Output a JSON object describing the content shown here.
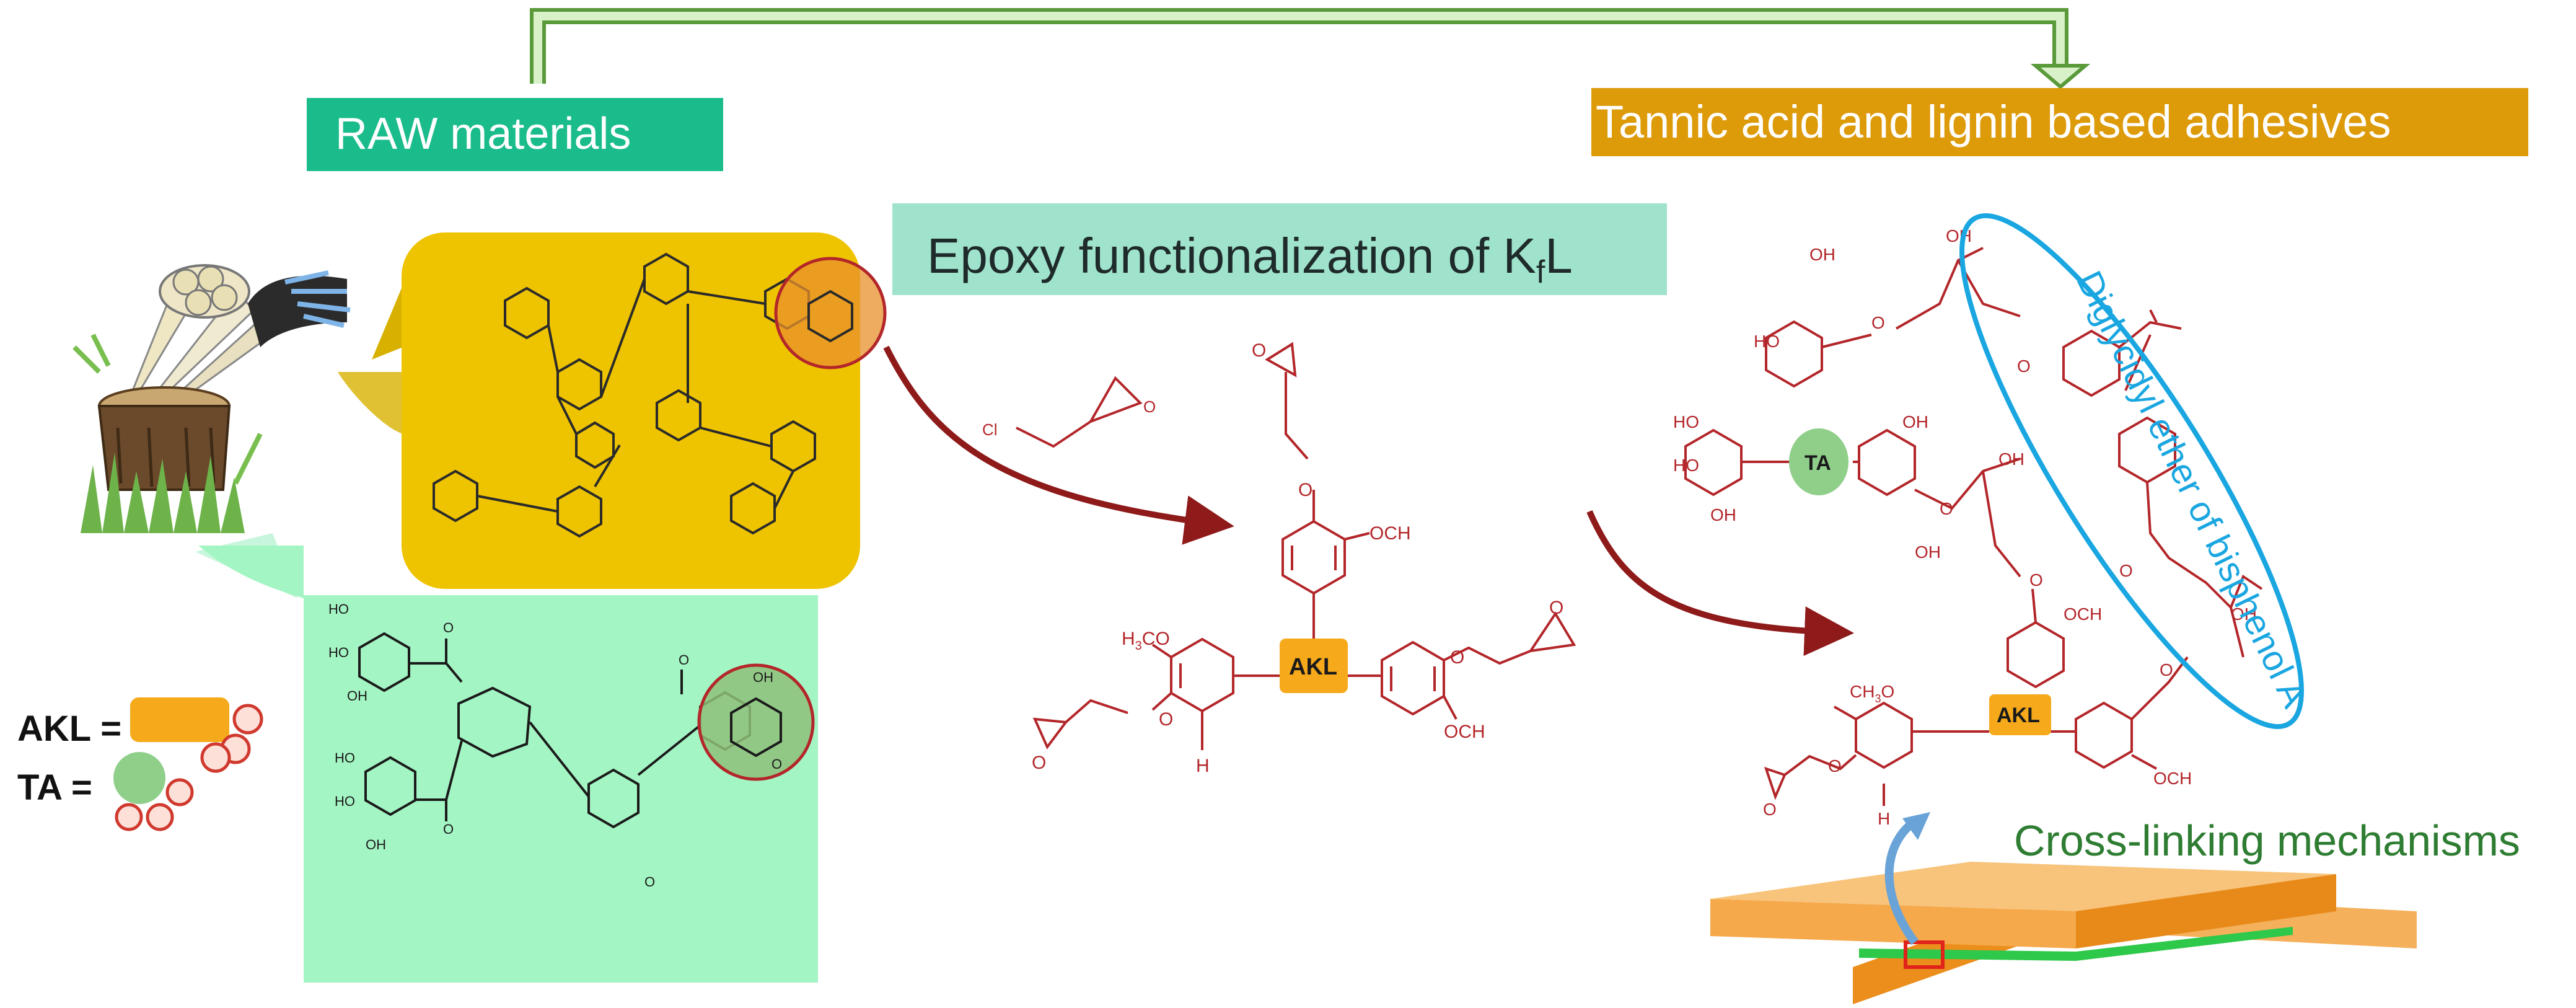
{
  "labels": {
    "raw_materials": "RAW materials",
    "adhesives_title": "Tannic acid and lignin based adhesives",
    "epoxy_title_main": "Epoxy functionalization of K",
    "epoxy_title_sub": "f",
    "epoxy_title_end": "L",
    "dgeba": "Diglycidyl ether of bisphenol A",
    "crosslinking": "Cross-linking mechanisms",
    "legend_akl": "AKL =",
    "legend_ta": "TA ="
  },
  "chem_text": {
    "akl_badge": "AKL",
    "ta_badge": "TA",
    "och3": "OCH",
    "h3co": "H",
    "h3co_rest": "CO",
    "ch3o": "CH",
    "ch3o_rest": "O",
    "three": "3",
    "oh": "OH",
    "ho": "HO",
    "o": "O",
    "cl": "Cl",
    "h": "H"
  },
  "colors": {
    "raw_bg": "#1bbc8c",
    "adhesive_bg": "#dd9a09",
    "epoxy_bg": "#9fe3cc",
    "dgeba_text": "#1aa6e0",
    "dgeba_ring": "#1aa6e0",
    "crosslink_text": "#2e7d32",
    "chem_red": "#b3262a",
    "lignin_box": "#eec300",
    "tannin_box": "#a4f5c4",
    "akl_badge": "#f5a91b",
    "ta_badge": "#8fcf8a",
    "arrow_green": "#6ab04c",
    "arrow_red": "#8e1a1a"
  }
}
